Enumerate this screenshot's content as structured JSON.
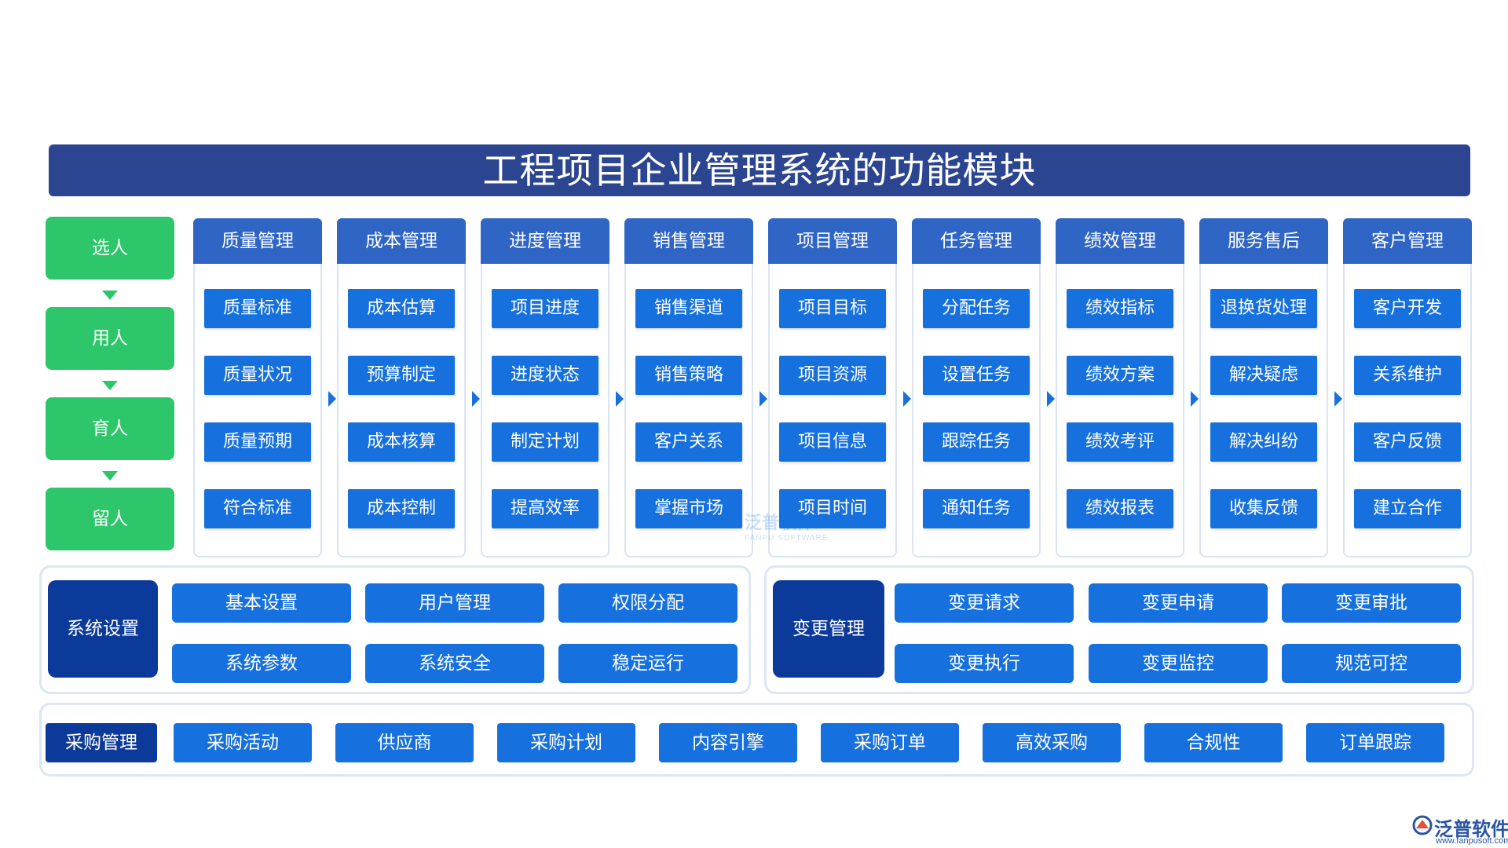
{
  "title": "工程项目企业管理系统的功能模块",
  "colors": {
    "title_bg": "#2b4590",
    "stage_green": "#2ec66a",
    "module_head": "#2f65c5",
    "item_blue": "#1670dd",
    "dark_navy": "#0c3a9a",
    "panel_border": "#dbe6f6"
  },
  "stages": [
    "选人",
    "用人",
    "育人",
    "留人"
  ],
  "modules": [
    {
      "title": "质量管理",
      "items": [
        "质量标准",
        "质量状况",
        "质量预期",
        "符合标准"
      ]
    },
    {
      "title": "成本管理",
      "items": [
        "成本估算",
        "预算制定",
        "成本核算",
        "成本控制"
      ]
    },
    {
      "title": "进度管理",
      "items": [
        "项目进度",
        "进度状态",
        "制定计划",
        "提高效率"
      ]
    },
    {
      "title": "销售管理",
      "items": [
        "销售渠道",
        "销售策略",
        "客户关系",
        "掌握市场"
      ]
    },
    {
      "title": "项目管理",
      "items": [
        "项目目标",
        "项目资源",
        "项目信息",
        "项目时间"
      ]
    },
    {
      "title": "任务管理",
      "items": [
        "分配任务",
        "设置任务",
        "跟踪任务",
        "通知任务"
      ]
    },
    {
      "title": "绩效管理",
      "items": [
        "绩效指标",
        "绩效方案",
        "绩效考评",
        "绩效报表"
      ]
    },
    {
      "title": "服务售后",
      "items": [
        "退换货处理",
        "解决疑虑",
        "解决纠纷",
        "收集反馈"
      ]
    },
    {
      "title": "客户管理",
      "items": [
        "客户开发",
        "关系维护",
        "客户反馈",
        "建立合作"
      ]
    }
  ],
  "system_settings": {
    "title": "系统设置",
    "items": [
      "基本设置",
      "用户管理",
      "权限分配",
      "系统参数",
      "系统安全",
      "稳定运行"
    ]
  },
  "change_management": {
    "title": "变更管理",
    "items": [
      "变更请求",
      "变更申请",
      "变更审批",
      "变更执行",
      "变更监控",
      "规范可控"
    ]
  },
  "procurement": {
    "title": "采购管理",
    "items": [
      "采购活动",
      "供应商",
      "采购计划",
      "内容引擎",
      "采购订单",
      "高效采购",
      "合规性",
      "订单跟踪"
    ]
  },
  "watermark": {
    "main": "泛普软件",
    "sub": "FANPU SOFTWARE"
  },
  "logo": {
    "text": "泛普软件",
    "url": "www.fanpusoft.com"
  }
}
